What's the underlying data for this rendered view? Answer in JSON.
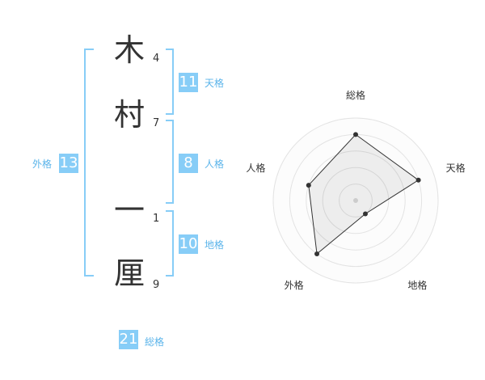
{
  "name": {
    "chars": [
      {
        "char": "木",
        "strokes": "4"
      },
      {
        "char": "村",
        "strokes": "7"
      },
      {
        "char": "一",
        "strokes": "1"
      },
      {
        "char": "厘",
        "strokes": "9"
      }
    ]
  },
  "fortune": {
    "tenkaku": {
      "value": "11",
      "label": "天格"
    },
    "jinkaku": {
      "value": "8",
      "label": "人格"
    },
    "chikaku": {
      "value": "10",
      "label": "地格"
    },
    "gaikaku": {
      "value": "13",
      "label": "外格"
    },
    "soukaku": {
      "value": "21",
      "label": "総格"
    }
  },
  "chart_data": {
    "type": "radar",
    "axes": [
      "総格",
      "天格",
      "地格",
      "外格",
      "人格"
    ],
    "values": [
      4,
      4,
      1,
      4,
      3
    ],
    "max": 5,
    "rings": 5
  }
}
